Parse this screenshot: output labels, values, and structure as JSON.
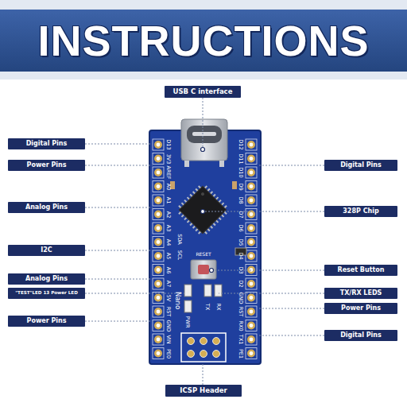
{
  "diagram": {
    "title": "INSTRUCTIONS",
    "nodes": [
      {
        "text": [
          "USB C interface"
        ]
      },
      {
        "text": [
          "Digital Pins"
        ]
      },
      {
        "text": [
          "Power Pins"
        ]
      },
      {
        "text": [
          "Digital Pins"
        ]
      },
      {
        "text": [
          "Analog Pins"
        ]
      },
      {
        "text": [
          "328P Chip"
        ]
      },
      {
        "text": [
          "I2C"
        ]
      },
      {
        "text": [
          "Reset Button"
        ]
      },
      {
        "text": [
          "Analog Pins"
        ]
      },
      {
        "text": [
          "TX/RX LEDS"
        ]
      },
      {
        "text": [
          "\"TEST\"LED 13 Power LED"
        ]
      },
      {
        "text": [
          "Power Pins"
        ]
      },
      {
        "text": [
          "Power Pins"
        ]
      },
      {
        "text": [
          "Digital Pins"
        ]
      },
      {
        "text": [
          "ICSP Header"
        ]
      }
    ],
    "labels": [
      "D13",
      "3V3",
      "AREF",
      "A0",
      "A1",
      "A2",
      "A3",
      "A4",
      "A5",
      "A6",
      "A7",
      "5V",
      "RST",
      "GND",
      "VIN",
      "PE0",
      "SDA",
      "SCL",
      "D12",
      "D11",
      "D10",
      "D9",
      "D8",
      "D7",
      "D6",
      "D5",
      "D4",
      "D3",
      "D2",
      "GND",
      "RST",
      "RX0",
      "TX1",
      "PE1",
      "RESET",
      "Nano",
      "PWR",
      "TX",
      "RX"
    ]
  }
}
